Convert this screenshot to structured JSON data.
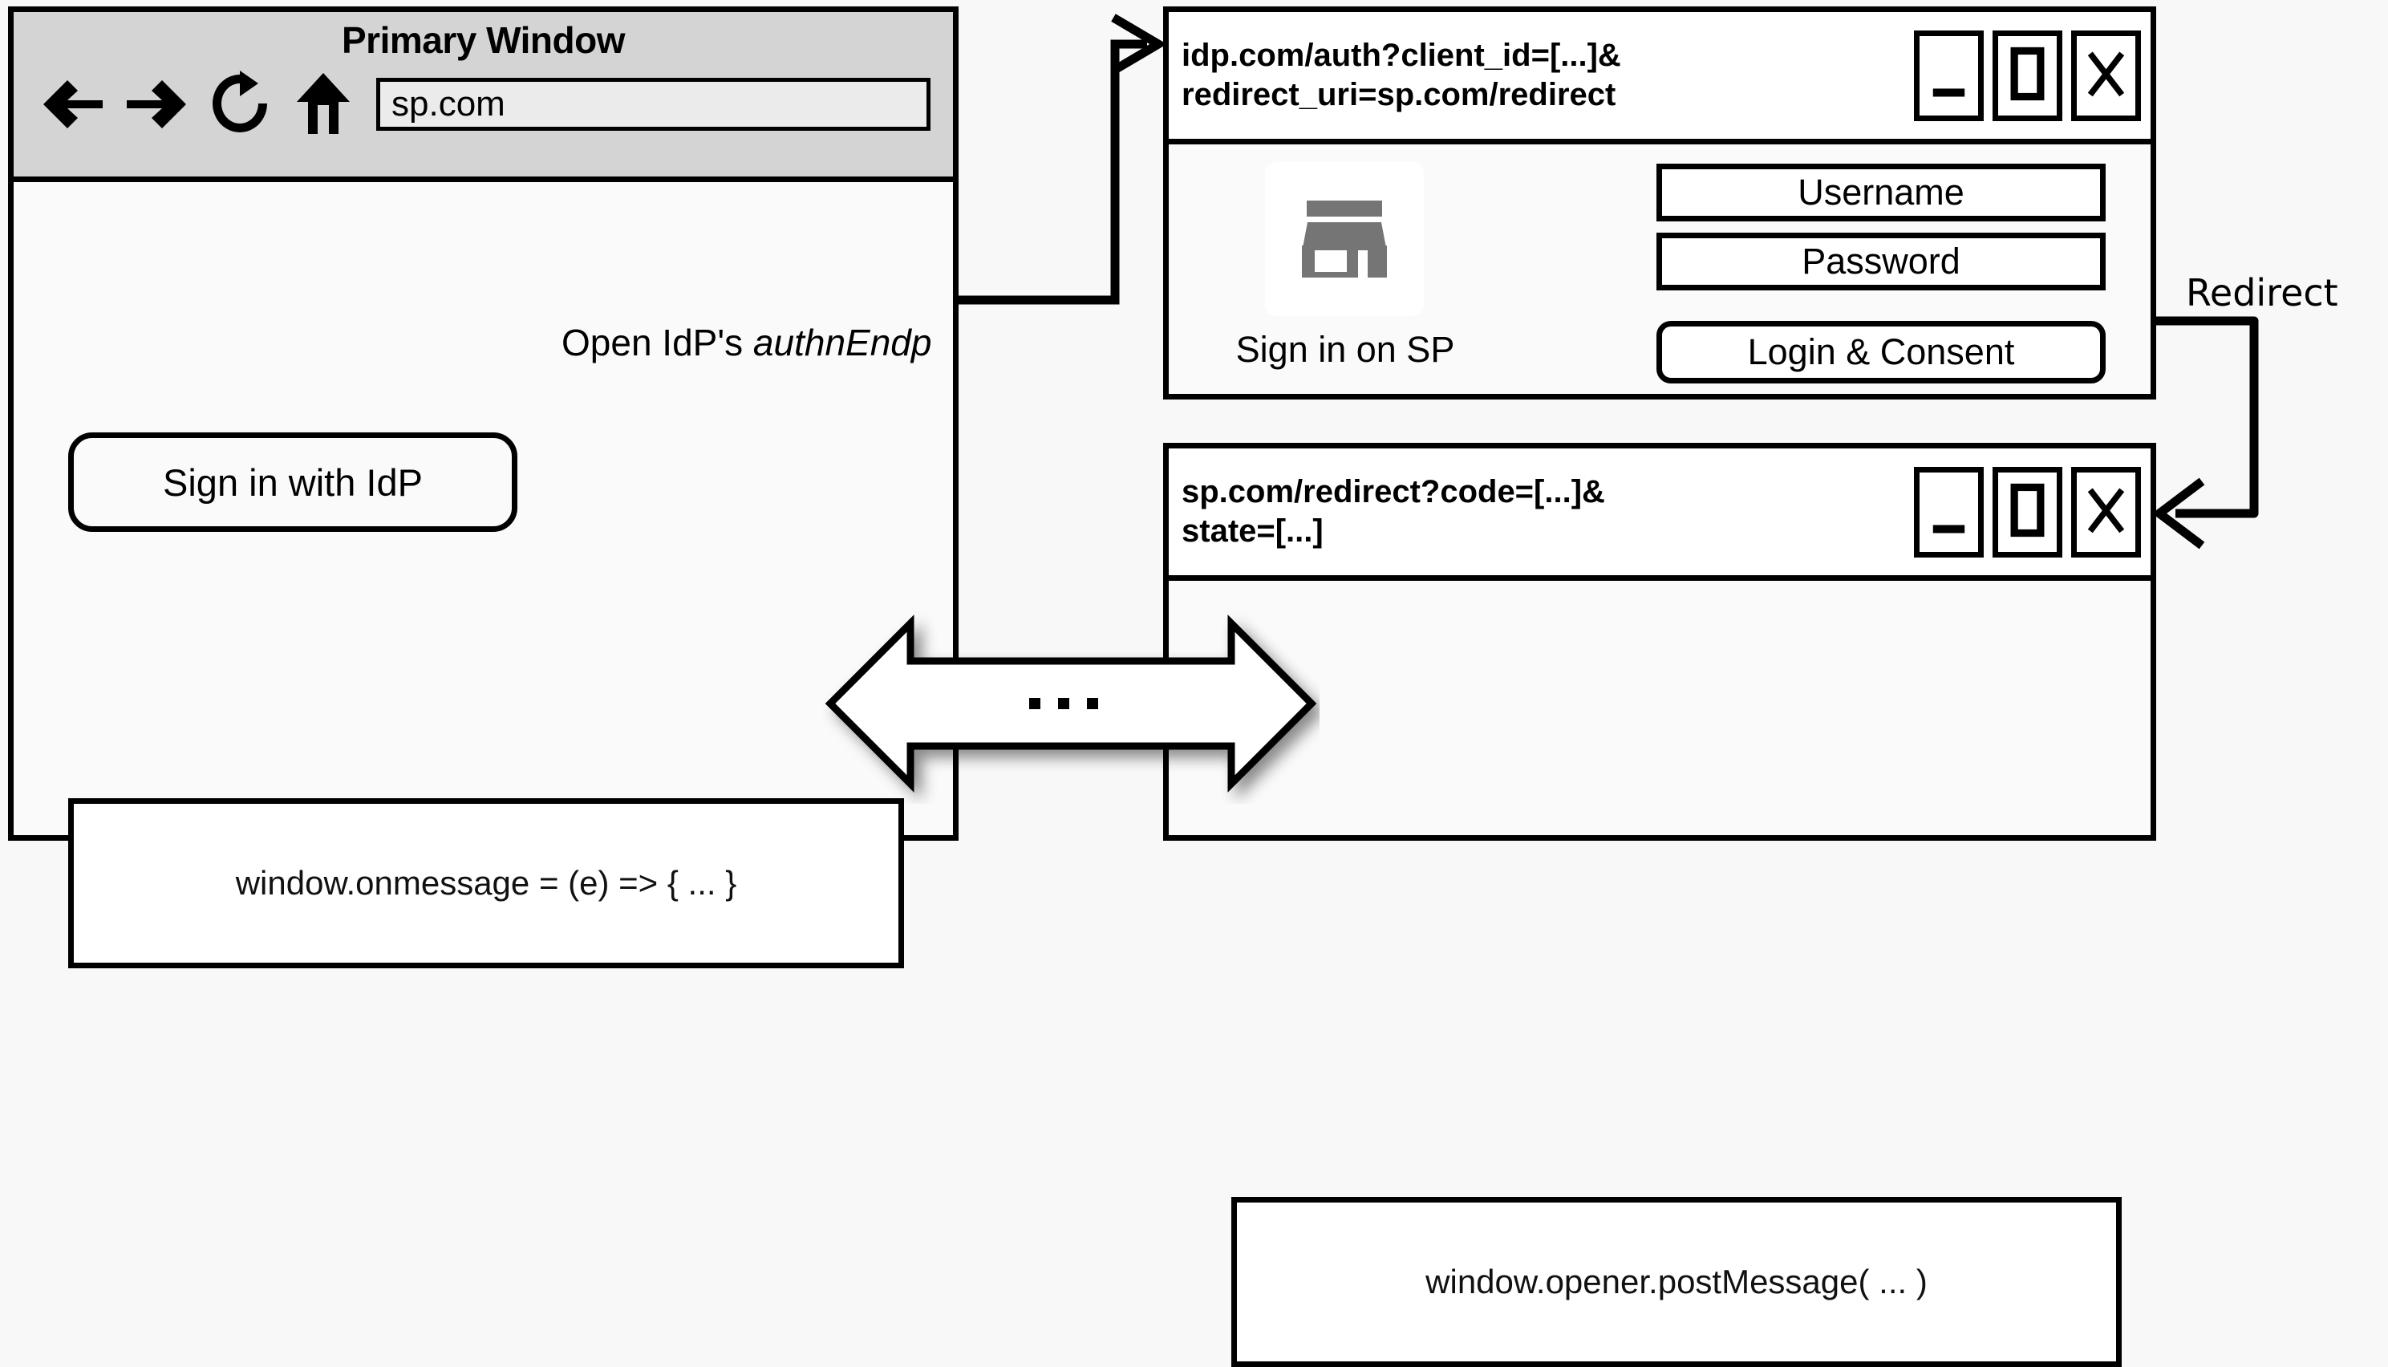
{
  "primary_window": {
    "title": "Primary Window",
    "toolbar": {
      "back_icon": "back-arrow-icon",
      "forward_icon": "forward-arrow-icon",
      "reload_icon": "reload-icon",
      "home_icon": "home-icon",
      "url_value": "sp.com"
    },
    "signin_button_label": "Sign in with IdP",
    "onmessage_code": "window.onmessage = (e) => { ... }"
  },
  "idp_window": {
    "url": "idp.com/auth?client_id=[...]&\nredirect_uri=sp.com/redirect",
    "controls": {
      "minimize": "minimize-icon",
      "maximize": "maximize-icon",
      "close": "close-icon"
    },
    "app_icon": "store-icon",
    "app_caption": "Sign in on SP",
    "username_placeholder": "Username",
    "password_placeholder": "Password",
    "consent_button_label": "Login & Consent"
  },
  "sp_redirect_window": {
    "url": "sp.com/redirect?code=[...]&\nstate=[...]",
    "controls": {
      "minimize": "minimize-icon",
      "maximize": "maximize-icon",
      "close": "close-icon"
    },
    "postmessage_code": "window.opener.postMessage( ... )"
  },
  "labels": {
    "open_authn_prefix": "Open IdP's ",
    "open_authn_emphasis": "authnEndp",
    "redirect": "Redirect",
    "ellipsis": "..."
  },
  "colors": {
    "page_background": "#f8f8f8",
    "titlebar_gray": "#d4d4d4",
    "urlbar_fill": "#ebebeb",
    "stroke": "#000000",
    "icon_gray": "#757575",
    "window_fill": "#fafafa"
  }
}
